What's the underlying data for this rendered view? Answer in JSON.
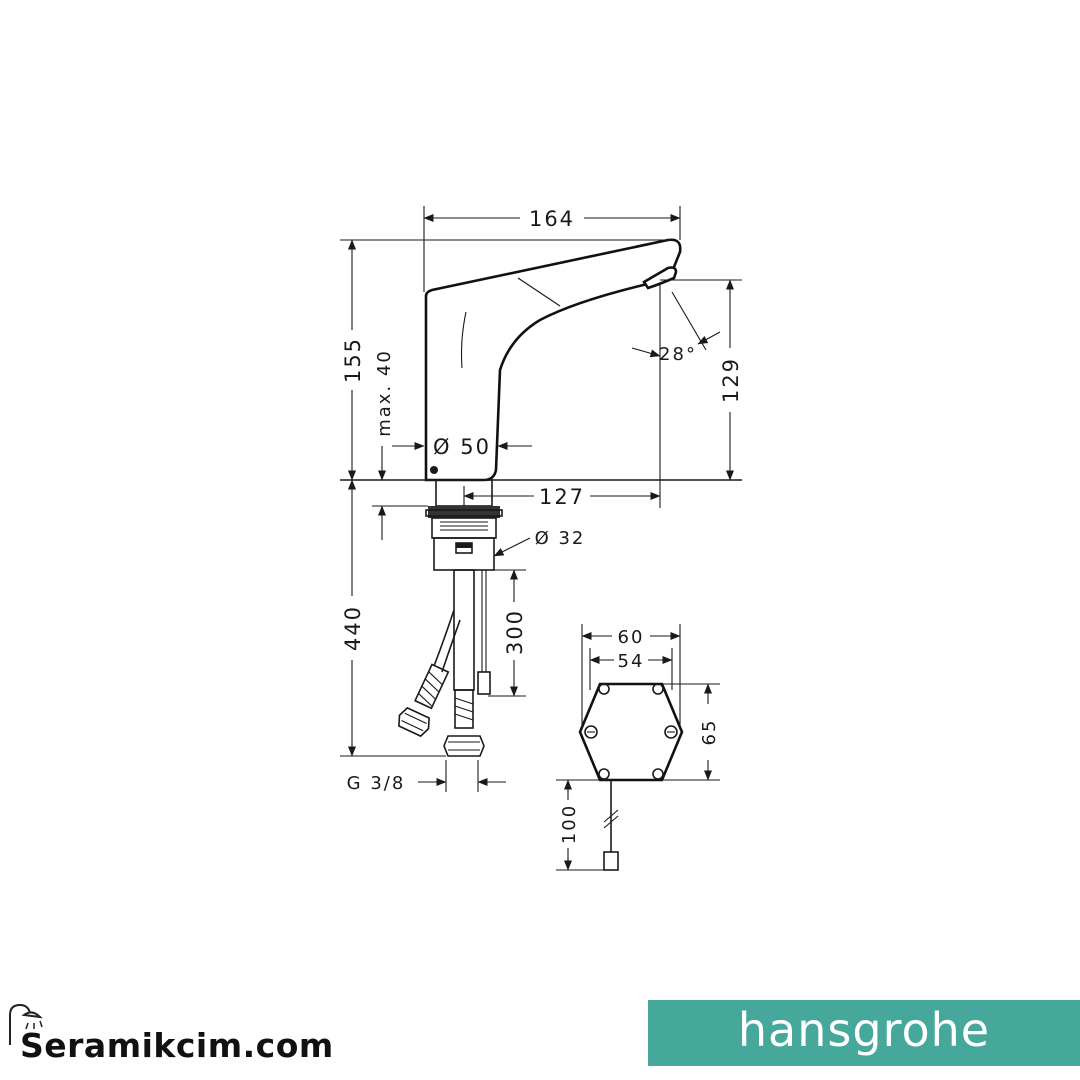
{
  "dimensions": {
    "width_top": "164",
    "height_total": "155",
    "max_deck": "max. 40",
    "spout_height": "129",
    "spout_angle": "28°",
    "body_diameter": "Ø 50",
    "reach": "127",
    "shank_diameter": "Ø 32",
    "below_deck": "440",
    "cable_length": "300",
    "connection": "G 3/8",
    "box_width_outer": "60",
    "box_width_inner": "54",
    "box_height": "65",
    "box_cable": "100"
  },
  "watermark": {
    "text": "Seramikcim.com",
    "icon": "shower-head-icon"
  },
  "brand": {
    "label": "hansgrohe",
    "color": "#46a89b"
  }
}
